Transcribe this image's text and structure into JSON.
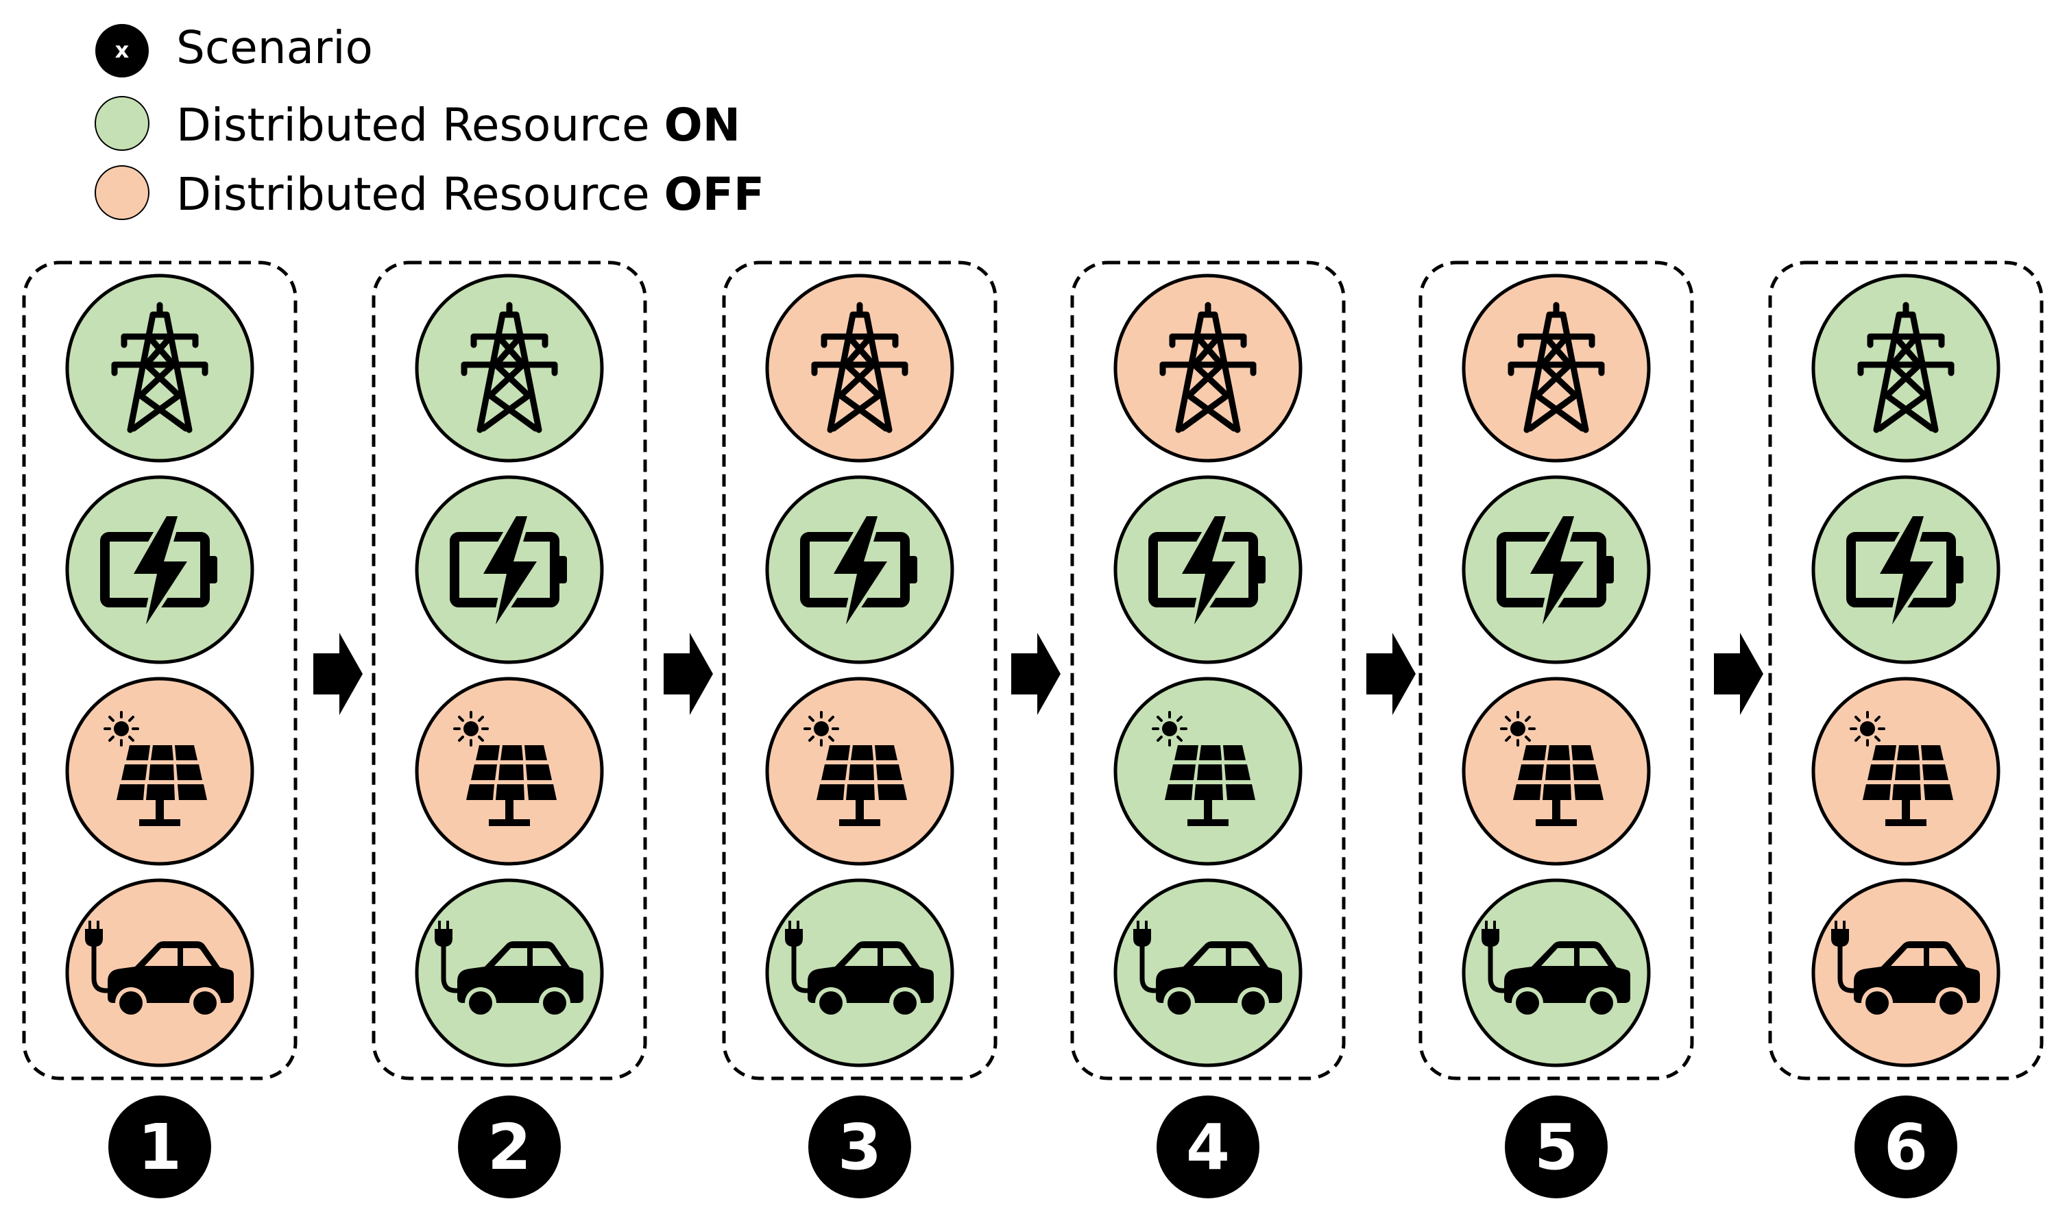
{
  "colors": {
    "on": "#c5e0b4",
    "off": "#f8cbad",
    "stroke": "#000000",
    "background": "#ffffff"
  },
  "legend": {
    "scenario_marker": "x",
    "scenario_label": "Scenario",
    "resource_label": "Distributed Resource",
    "on_state": "ON",
    "off_state": "OFF"
  },
  "resources": [
    "grid-tower-icon",
    "battery-icon",
    "solar-panel-icon",
    "ev-charging-icon"
  ],
  "scenarios": [
    {
      "number": "1",
      "states": [
        "on",
        "on",
        "off",
        "off"
      ]
    },
    {
      "number": "2",
      "states": [
        "on",
        "on",
        "off",
        "on"
      ]
    },
    {
      "number": "3",
      "states": [
        "off",
        "on",
        "off",
        "on"
      ]
    },
    {
      "number": "4",
      "states": [
        "off",
        "on",
        "on",
        "on"
      ]
    },
    {
      "number": "5",
      "states": [
        "off",
        "on",
        "off",
        "on"
      ]
    },
    {
      "number": "6",
      "states": [
        "on",
        "on",
        "off",
        "off"
      ]
    }
  ]
}
